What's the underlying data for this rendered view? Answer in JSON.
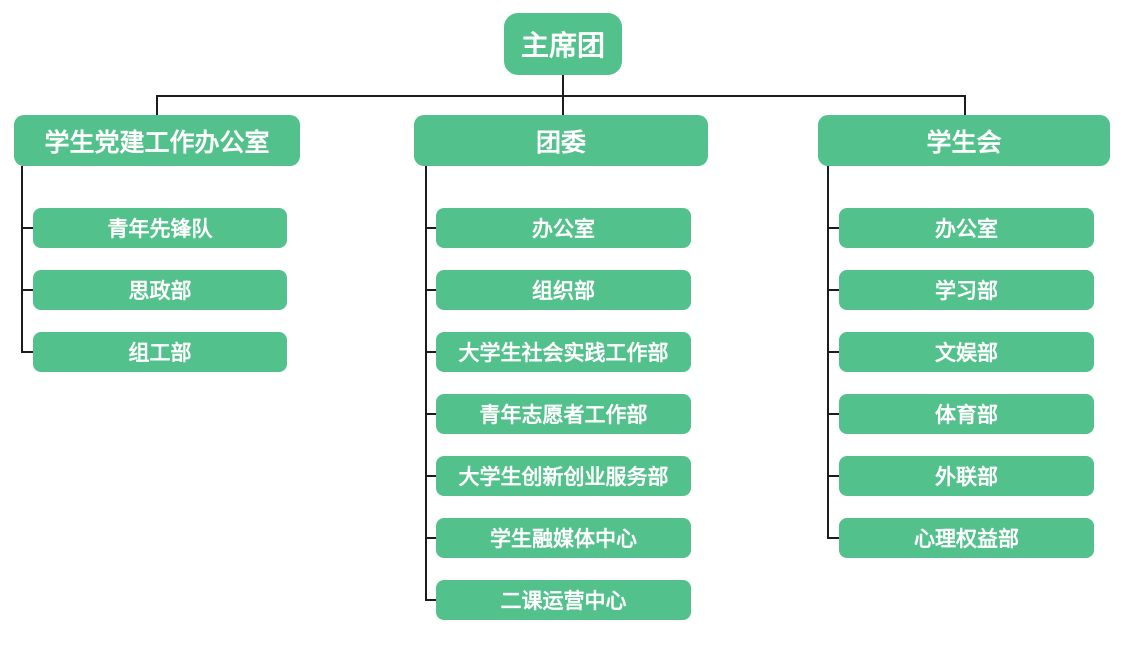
{
  "diagram": {
    "title": "student-organization-structure",
    "root": {
      "label": "主席团"
    },
    "branches": [
      {
        "label": "学生党建工作办公室",
        "children": [
          "青年先锋队",
          "思政部",
          "组工部"
        ]
      },
      {
        "label": "团委",
        "children": [
          "办公室",
          "组织部",
          "大学生社会实践工作部",
          "青年志愿者工作部",
          "大学生创新创业服务部",
          "学生融媒体中心",
          "二课运营中心"
        ]
      },
      {
        "label": "学生会",
        "children": [
          "办公室",
          "学习部",
          "文娱部",
          "体育部",
          "外联部",
          "心理权益部"
        ]
      }
    ],
    "colors": {
      "node_fill": "#52c18b",
      "node_text": "#ffffff",
      "connector_line": "#1c1c1c",
      "background": "#ffffff"
    }
  }
}
